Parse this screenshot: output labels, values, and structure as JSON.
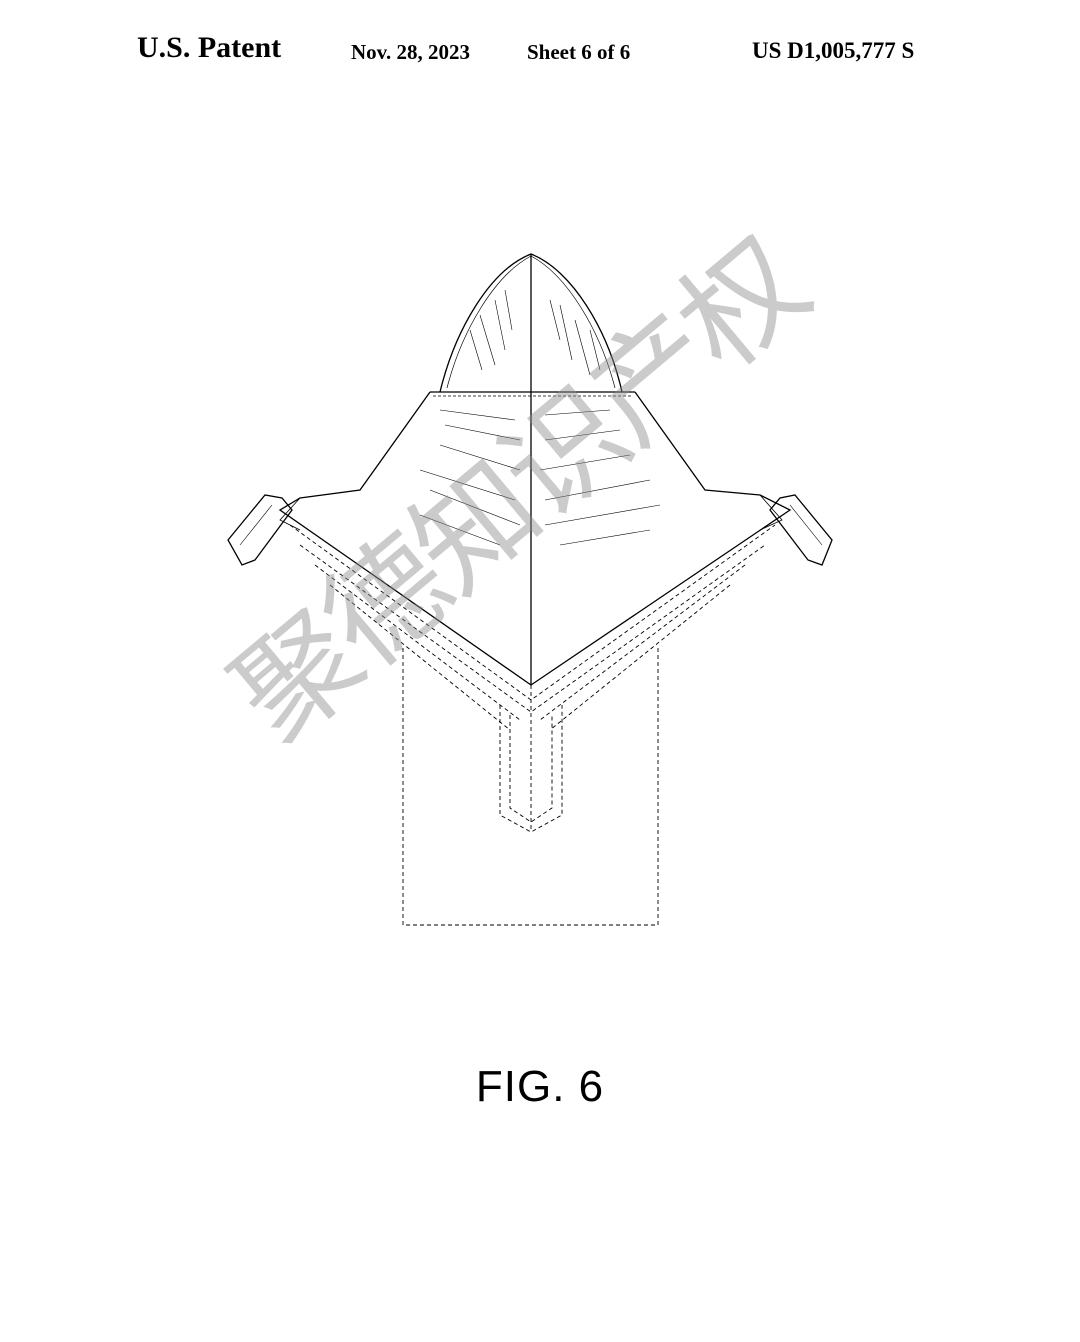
{
  "header": {
    "title": "U.S. Patent",
    "date": "Nov. 28, 2023",
    "sheet": "Sheet 6 of 6",
    "patent_number": "US D1,005,777 S"
  },
  "figure": {
    "label": "FIG. 6"
  },
  "watermark": {
    "text": "聚德知识产权",
    "color": "#8c8c8c"
  }
}
